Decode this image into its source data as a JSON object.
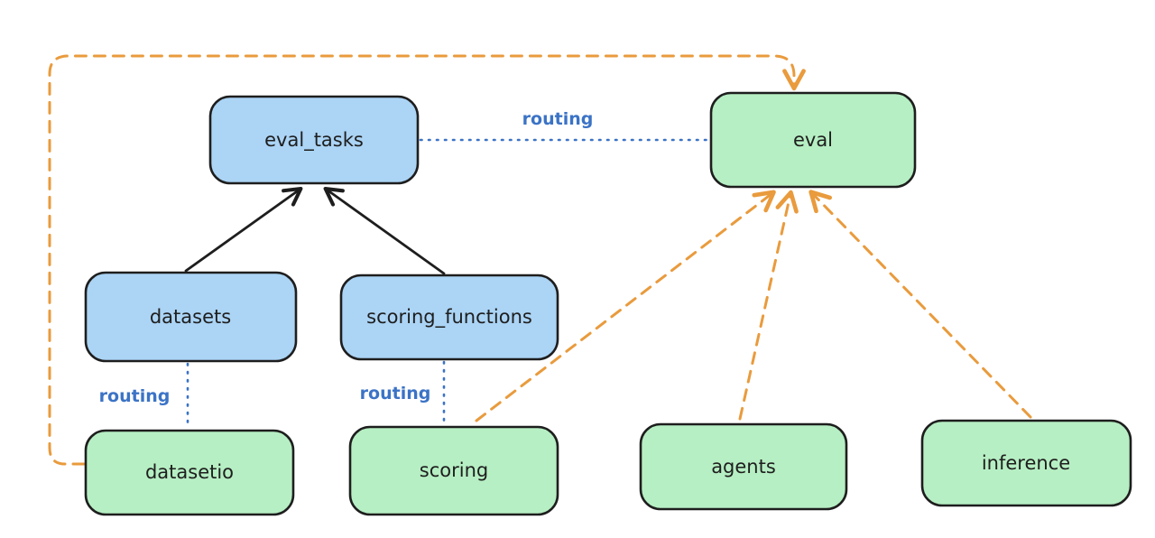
{
  "diagram": {
    "type": "architecture-routing-diagram",
    "nodes": {
      "eval_tasks": {
        "label": "eval_tasks",
        "color": "blue"
      },
      "datasets": {
        "label": "datasets",
        "color": "blue"
      },
      "scoring_functions": {
        "label": "scoring_functions",
        "color": "blue"
      },
      "eval": {
        "label": "eval",
        "color": "green"
      },
      "datasetio": {
        "label": "datasetio",
        "color": "green"
      },
      "scoring": {
        "label": "scoring",
        "color": "green"
      },
      "agents": {
        "label": "agents",
        "color": "green"
      },
      "inference": {
        "label": "inference",
        "color": "green"
      }
    },
    "edges": {
      "eval_tasks_to_eval": {
        "label": "routing",
        "style": "blue-dotted"
      },
      "datasets_to_datasetio": {
        "label": "routing",
        "style": "blue-dotted"
      },
      "scoring_functions_to_scoring": {
        "label": "routing",
        "style": "blue-dotted"
      },
      "datasets_to_eval_tasks": {
        "label": "",
        "style": "black-solid-arrow"
      },
      "scoring_functions_to_eval_tasks": {
        "label": "",
        "style": "black-solid-arrow"
      },
      "datasetio_to_eval_loop": {
        "label": "",
        "style": "orange-dashed-arrow"
      },
      "scoring_to_eval": {
        "label": "",
        "style": "orange-dashed-arrow"
      },
      "agents_to_eval": {
        "label": "",
        "style": "orange-dashed-arrow"
      },
      "inference_to_eval": {
        "label": "",
        "style": "orange-dashed-arrow"
      }
    },
    "colors": {
      "node_blue_fill": "#abd4f5",
      "node_green_fill": "#b6efc3",
      "node_border": "#1e1e1e",
      "routing_blue": "#3b73c6",
      "provider_orange": "#e99b3d",
      "background": "#ffffff"
    }
  }
}
